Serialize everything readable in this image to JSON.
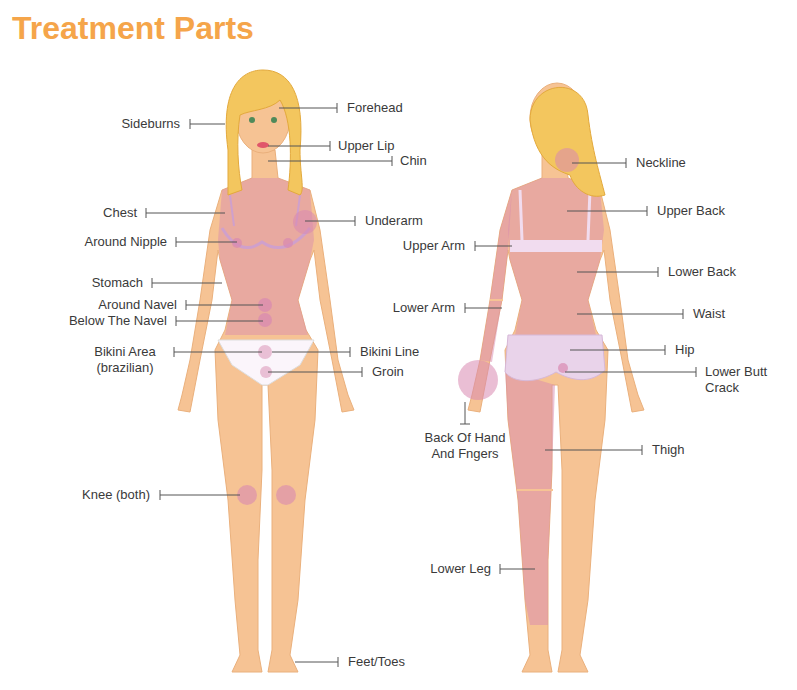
{
  "diagram": {
    "title": "Treatment Parts",
    "labels": [
      "Sideburns",
      "Forehead",
      "Upper Lip",
      "Chin",
      "Chest",
      "Underarm",
      "Around Nipple",
      "Stomach",
      "Around Navel",
      "Below The Navel",
      "Bikini Area (brazilian)",
      "Bikini Line",
      "Groin",
      "Knee (both)",
      "Feet/Toes",
      "Neckline",
      "Upper Back",
      "Upper Arm",
      "Lower Back",
      "Lower Arm",
      "Waist",
      "Hip",
      "Lower Butt Crack",
      "Back Of Hand And Fngers",
      "Thigh",
      "Lower Leg"
    ]
  }
}
